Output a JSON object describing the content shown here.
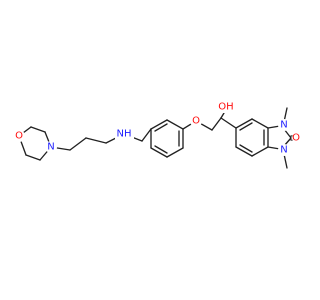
{
  "structure": {
    "name": "",
    "atom_colors": {
      "C": "#222222",
      "N": "#2121ff",
      "O": "#ff0d0d"
    },
    "labels": {
      "morpholine_O": "O",
      "morpholine_N": "N",
      "amine_NH": "NH",
      "ether_O": "O",
      "hydroxy": "OH",
      "urea_N1": "N",
      "urea_N3": "N",
      "carbonyl_O": "O"
    }
  }
}
